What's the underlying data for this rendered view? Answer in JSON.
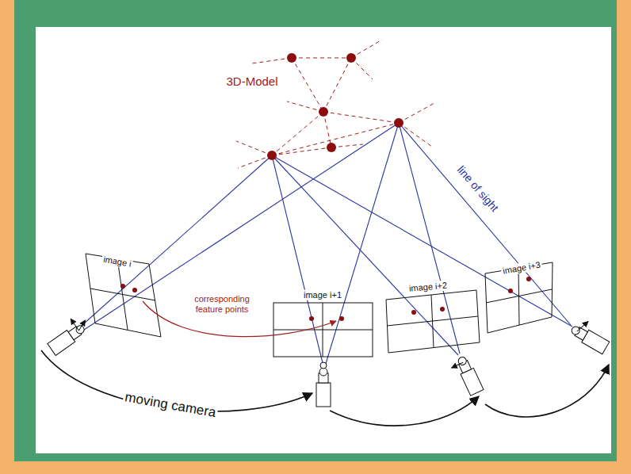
{
  "diagram": {
    "labels": [
      "3D-Model",
      "line of sight",
      "image i",
      "image i+1",
      "image i+2",
      "image i+3",
      "corresponding feature points",
      "moving camera"
    ]
  }
}
